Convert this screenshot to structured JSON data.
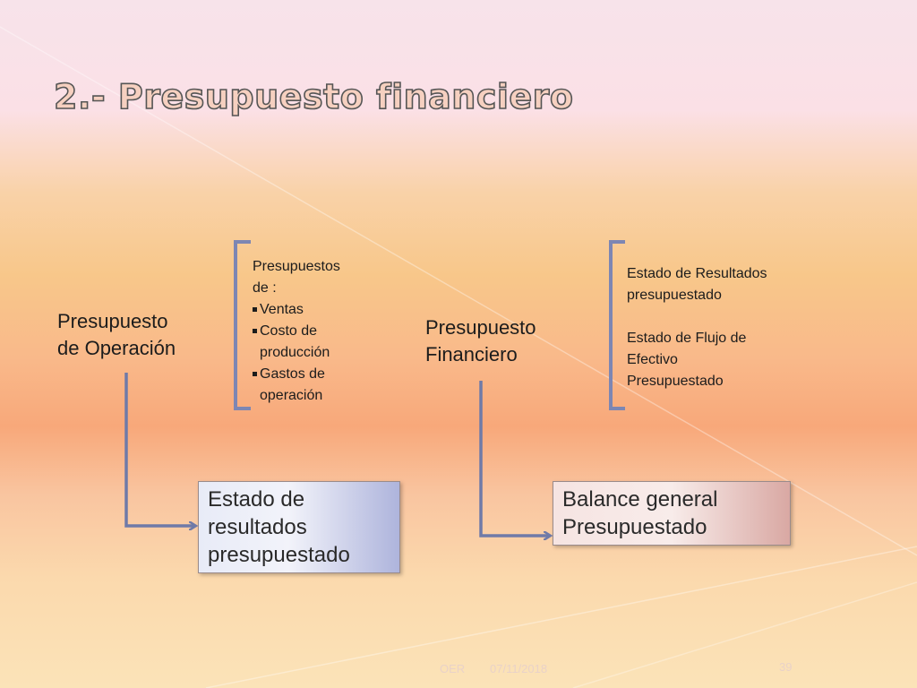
{
  "slide": {
    "title": "2.- Presupuesto financiero",
    "left": {
      "heading": [
        "Presupuesto",
        "de Operación"
      ],
      "list_intro": [
        "Presupuestos",
        "de :"
      ],
      "items": [
        "Ventas",
        "Costo de producción",
        "Gastos de operación"
      ],
      "result_box": [
        "Estado de",
        "resultados",
        "presupuestado"
      ]
    },
    "right": {
      "heading": [
        "Presupuesto",
        "Financiero"
      ],
      "note_1": [
        "Estado de Resultados",
        "presupuestado"
      ],
      "note_2": [
        "Estado de Flujo de",
        "Efectivo",
        "Presupuestado"
      ],
      "result_box": [
        "Balance general",
        "Presupuestado"
      ]
    },
    "footer": {
      "author": "OER",
      "date": "07/11/2018",
      "page": "39"
    }
  },
  "colors": {
    "connector": "#6f7aa8",
    "bracket": "#7d86b3"
  }
}
